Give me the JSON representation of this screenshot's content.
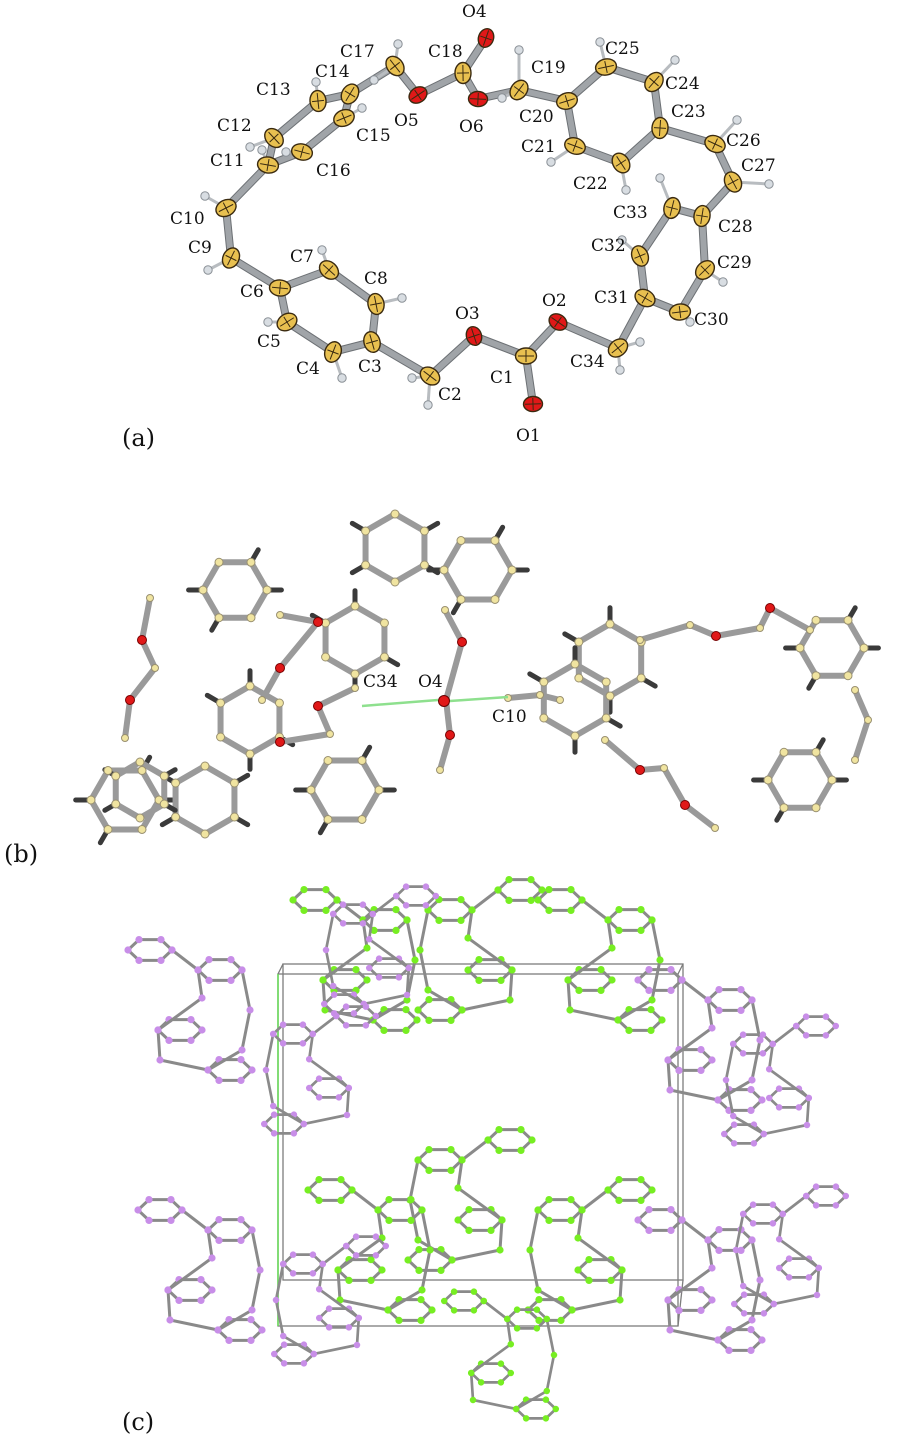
{
  "panels": {
    "a": {
      "label": "(a)"
    },
    "b": {
      "label": "(b)",
      "labels": {
        "c34": "C34",
        "o4": "O4",
        "c10": "C10"
      }
    },
    "c": {
      "label": "(c)"
    }
  },
  "atoms_a": [
    "C1",
    "C2",
    "C3",
    "C4",
    "C5",
    "C6",
    "C7",
    "C8",
    "C9",
    "C10",
    "C11",
    "C12",
    "C13",
    "C14",
    "C15",
    "C16",
    "C17",
    "C18",
    "C19",
    "C20",
    "C21",
    "C22",
    "C23",
    "C24",
    "C25",
    "C26",
    "C27",
    "C28",
    "C29",
    "C30",
    "C31",
    "C32",
    "C33",
    "C34",
    "O1",
    "O2",
    "O3",
    "O4",
    "O5",
    "O6"
  ],
  "colors": {
    "carbon": "#e8c050",
    "oxygen": "#e01818",
    "hydrogen": "#d8dde2",
    "bond": "#a0a4a8",
    "contact": "#8ee08e",
    "green_molecule": "#77ee22",
    "violet_molecule": "#c88ee8",
    "unit_cell": "#7d7d7d"
  }
}
